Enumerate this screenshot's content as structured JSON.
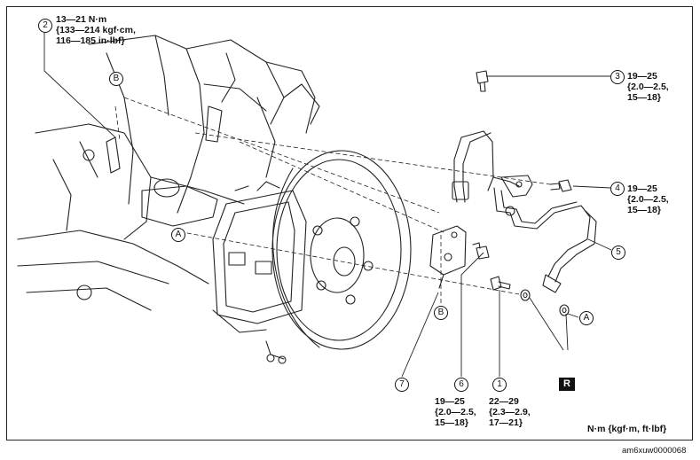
{
  "callouts": {
    "c1": {
      "num": "1",
      "lines": [
        "22—29",
        "{2.3—2.9,",
        "17—21}"
      ]
    },
    "c2": {
      "num": "2",
      "lines": [
        "13—21 N·m",
        "{133—214 kgf·cm,",
        "116—185 in·lbf}"
      ]
    },
    "c3": {
      "num": "3",
      "lines": [
        "19—25",
        "{2.0—2.5,",
        "15—18}"
      ]
    },
    "c4": {
      "num": "4",
      "lines": [
        "19—25",
        "{2.0—2.5,",
        "15—18}"
      ]
    },
    "c5": {
      "num": "5"
    },
    "c6": {
      "num": "6",
      "lines": [
        "19—25",
        "{2.0—2.5,",
        "15—18}"
      ]
    },
    "c7": {
      "num": "7"
    }
  },
  "letters": {
    "a": "A",
    "b": "B",
    "r": "R"
  },
  "units_note": "N·m {kgf·m, ft·lbf}",
  "image_code": "am6xuw0000068"
}
